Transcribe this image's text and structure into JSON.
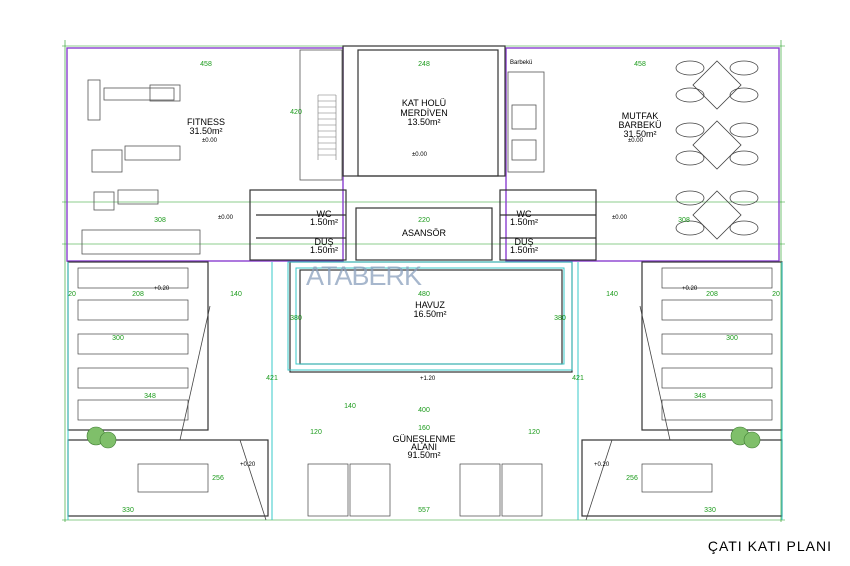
{
  "title": "ÇATI KATI PLANI",
  "logo": "ATABERK",
  "rooms": {
    "fitness": {
      "name": "FITNESS",
      "area": "31.50m²",
      "level": "±0.00"
    },
    "stair": {
      "name1": "KAT HOLÜ",
      "name2": "MERDİVEN",
      "area": "13.50m²",
      "level": "±0.00"
    },
    "kitchen": {
      "name1": "MUTFAK",
      "name2": "BARBEKÜ",
      "area": "31.50m²",
      "level": "±0.00"
    },
    "wc_left": {
      "name": "WC",
      "area": "1.50m²"
    },
    "wc_right": {
      "name": "WC",
      "area": "1.50m²"
    },
    "dus_left": {
      "name": "DUŞ",
      "area": "1.50m²"
    },
    "dus_right": {
      "name": "DUŞ",
      "area": "1.50m²"
    },
    "lift": {
      "name": "ASANSÖR"
    },
    "pool": {
      "name": "HAVUZ",
      "area": "16.50m²"
    },
    "sun": {
      "name1": "GÜNEŞLENME",
      "name2": "ALANI",
      "area": "91.50m²"
    },
    "barbecue_label": "Barbekü"
  },
  "levels": [
    "±0.00",
    "±0.00",
    "+0.20",
    "+0.20",
    "+1.20",
    "+0.20",
    "+0.20"
  ],
  "dims": [
    "458",
    "248",
    "458",
    "308",
    "220",
    "308",
    "480",
    "208",
    "208",
    "140",
    "140",
    "348",
    "348",
    "557",
    "330",
    "330",
    "380",
    "380",
    "140",
    "120",
    "120",
    "400",
    "420",
    "421",
    "421",
    "256",
    "256",
    "160",
    "300",
    "300",
    "20",
    "20"
  ]
}
